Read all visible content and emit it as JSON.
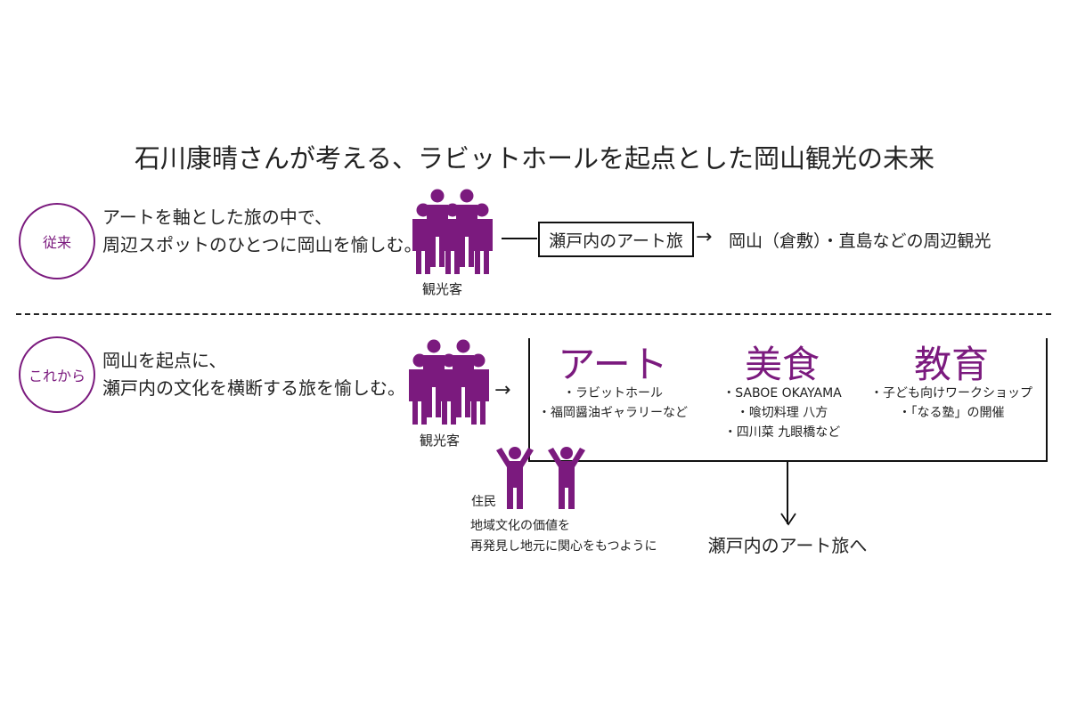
{
  "title": "石川康晴さんが考える、ラビットホールを起点とした岡山観光の未来",
  "colors": {
    "accent": "#7b1a7e"
  },
  "past": {
    "badge": "従来",
    "lines": [
      "アートを軸とした旅の中で、",
      "周辺スポットのひとつに岡山を愉しむ。"
    ],
    "people_label": "観光客",
    "box": "瀬戸内のアート旅",
    "result": "岡山（倉敷）・直島などの周辺観光"
  },
  "future": {
    "badge": "これから",
    "lines": [
      "岡山を起点に、",
      "瀬戸内の文化を横断する旅を愉しむ。"
    ],
    "people_label": "観光客",
    "categories": [
      {
        "title": "アート",
        "items": [
          "・ラビットホール",
          "・福岡醤油ギャラリーなど"
        ]
      },
      {
        "title": "美食",
        "items": [
          "・SABOE OKAYAMA",
          "・喰切料理 八方",
          "・四川菜 九眼橋など"
        ]
      },
      {
        "title": "教育",
        "items": [
          "・子ども向けワークショップ",
          "・「なる塾」の開催"
        ]
      }
    ],
    "residents_label": "住民",
    "residents_lines": [
      "地域文化の価値を",
      "再発見し地元に関心をもつように"
    ],
    "result": "瀬戸内のアート旅へ"
  }
}
